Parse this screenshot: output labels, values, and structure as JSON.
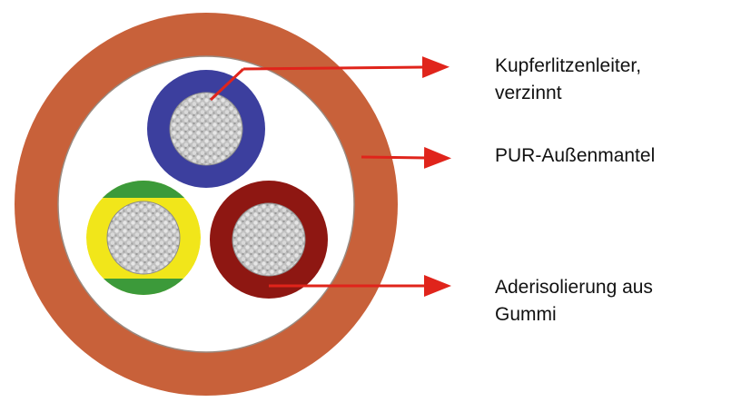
{
  "labels": {
    "conductor": "Kupferlitzenleiter,\nverzinnt",
    "jacket": "PUR-Außenmantel",
    "insulation": "Aderisolierung aus\nGummi"
  },
  "colors": {
    "outer_jacket": "#c8613a",
    "inner_fill": "#ffffff",
    "core_blue": "#3c3f9e",
    "core_red": "#8e1712",
    "core_yellow": "#f1e61a",
    "core_green": "#3c9a3a",
    "copper_strands": "#b9b9b9",
    "arrow": "#e0241b",
    "text": "#111111"
  }
}
